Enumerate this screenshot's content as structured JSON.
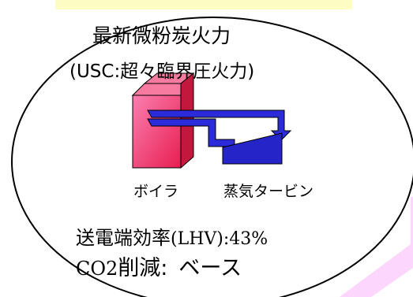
{
  "title": {
    "line1": "最新微粉炭火力",
    "line2": "(USC:超々臨界圧火力)"
  },
  "labels": {
    "boiler": "ボイラ",
    "turbine": "蒸気タービン"
  },
  "efficiency": {
    "label": "送電端効率",
    "basis": "(LHV):43%"
  },
  "co2": {
    "label_latin": "CO2",
    "label_jp": "削減:",
    "value": "ベース"
  },
  "colors": {
    "boiler_front": "#f0306e",
    "boiler_side": "#c2183e",
    "boiler_top": "#f76a92",
    "pipe": "#2b2bd9",
    "turbine": "#2424c8",
    "highlight_band_top": "#fdfcc2",
    "highlight_band_side": "#fcd6fc"
  }
}
